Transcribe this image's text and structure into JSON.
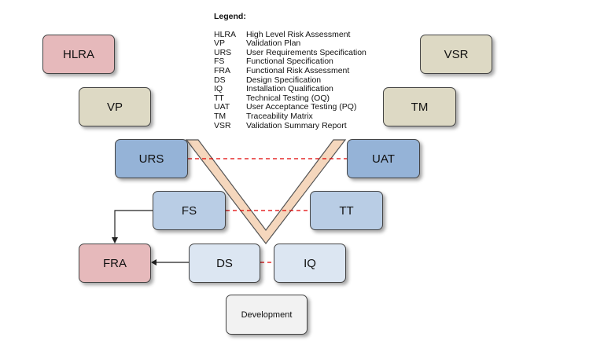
{
  "colors": {
    "risk": "#e6b9bb",
    "plan": "#ddd9c4",
    "level1": "#95b3d7",
    "level2": "#b9cde5",
    "level3": "#dce6f2",
    "dev": "#f2f2f2",
    "v_shape": "#f5d7bd",
    "dashed_line": "#e00000"
  },
  "legend": {
    "title": "Legend:",
    "items": [
      {
        "abbr": "HLRA",
        "desc": "High Level Risk Assessment"
      },
      {
        "abbr": "VP",
        "desc": "Validation Plan"
      },
      {
        "abbr": "URS",
        "desc": "User Requirements Specification"
      },
      {
        "abbr": "FS",
        "desc": "Functional Specification"
      },
      {
        "abbr": "FRA",
        "desc": "Functional Risk Assessment"
      },
      {
        "abbr": "DS",
        "desc": "Design Specification"
      },
      {
        "abbr": "IQ",
        "desc": "Installation Qualification"
      },
      {
        "abbr": "TT",
        "desc": "Technical Testing (OQ)"
      },
      {
        "abbr": "UAT",
        "desc": "User Acceptance Testing (PQ)"
      },
      {
        "abbr": "TM",
        "desc": "Traceability Matrix"
      },
      {
        "abbr": "VSR",
        "desc": "Validation Summary Report"
      }
    ]
  },
  "boxes": {
    "hlra": "HLRA",
    "vp": "VP",
    "urs": "URS",
    "fs": "FS",
    "fra": "FRA",
    "ds": "DS",
    "development": "Development",
    "iq": "IQ",
    "tt": "TT",
    "uat": "UAT",
    "tm": "TM",
    "vsr": "VSR"
  }
}
